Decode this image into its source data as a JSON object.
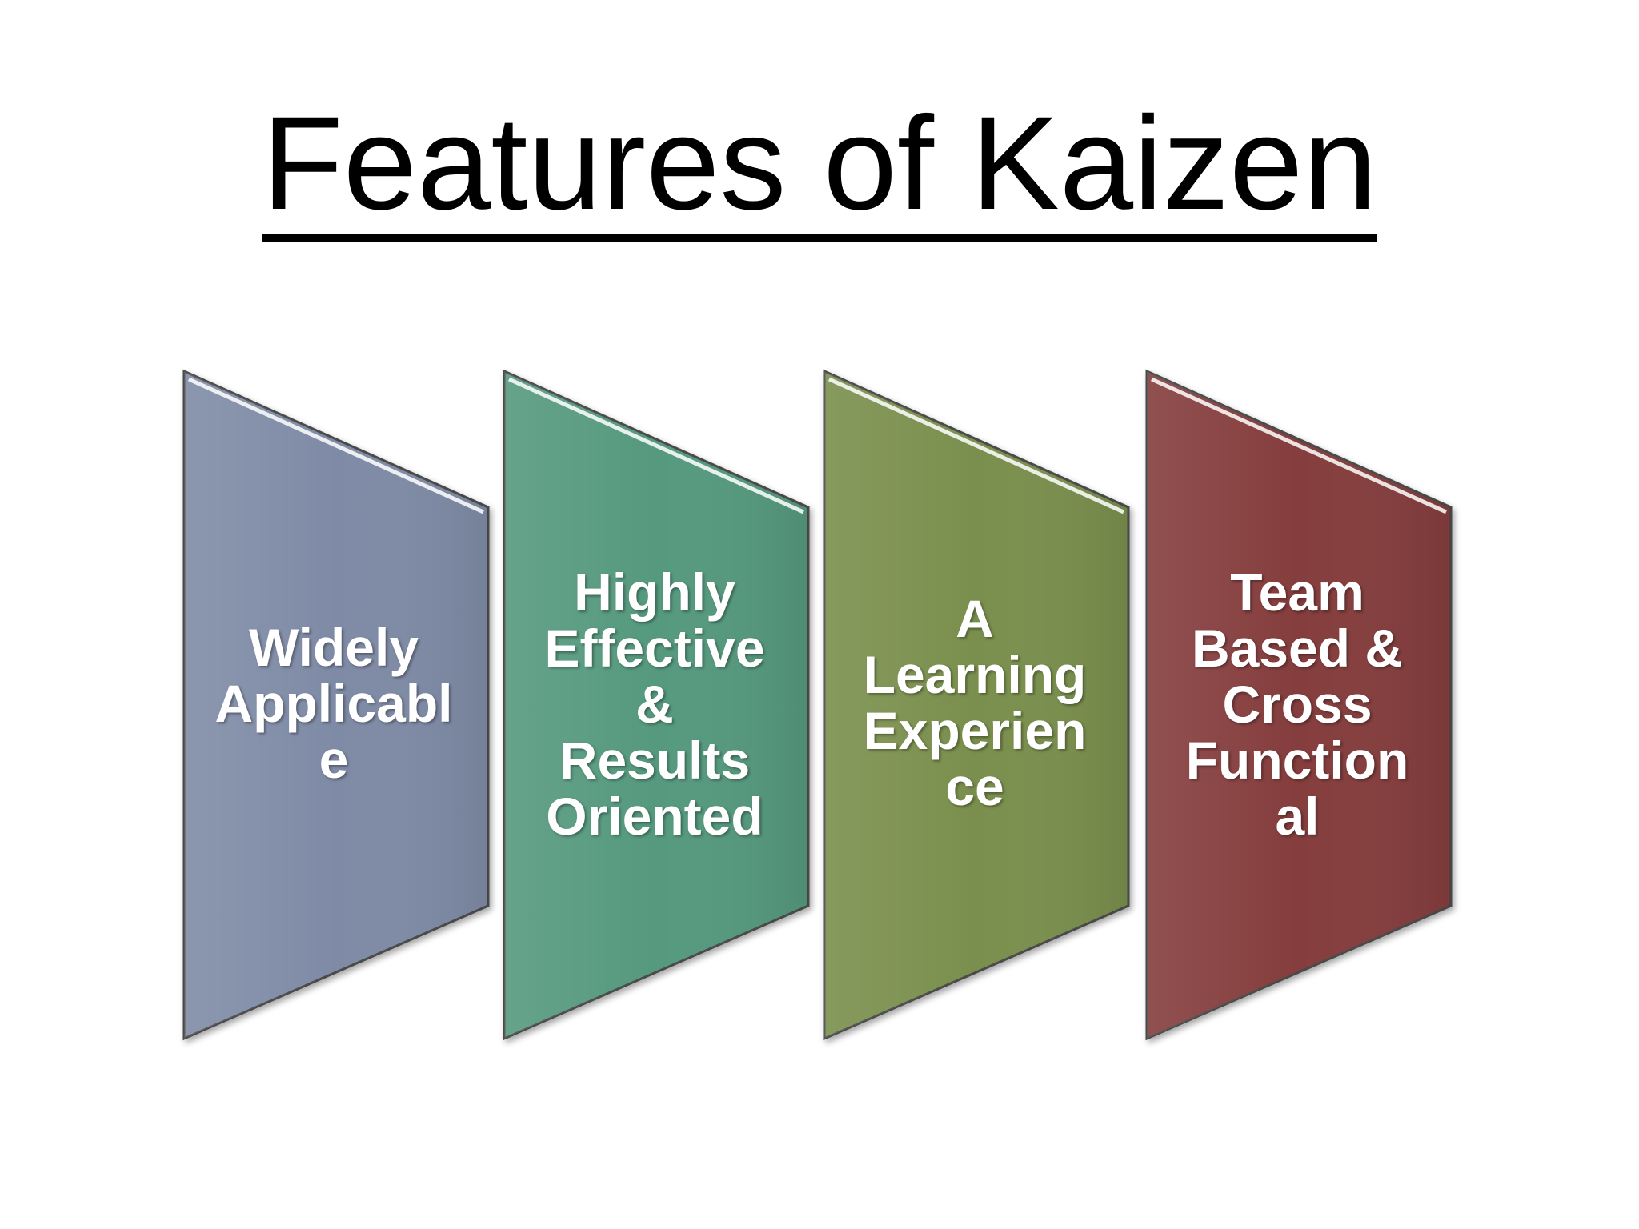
{
  "title": "Features of Kaizen",
  "features": [
    {
      "lines": [
        "Widely",
        "Applicabl",
        "e"
      ],
      "color": "#7f8ba6"
    },
    {
      "lines": [
        "Highly",
        "Effective",
        "&",
        "Results",
        "Oriented"
      ],
      "color": "#55997e"
    },
    {
      "lines": [
        "A",
        "Learning",
        "Experien",
        "ce"
      ],
      "color": "#7a8f4e"
    },
    {
      "lines": [
        "Team",
        "Based &",
        "Cross",
        "Function",
        "al"
      ],
      "color": "#853e3c"
    }
  ]
}
